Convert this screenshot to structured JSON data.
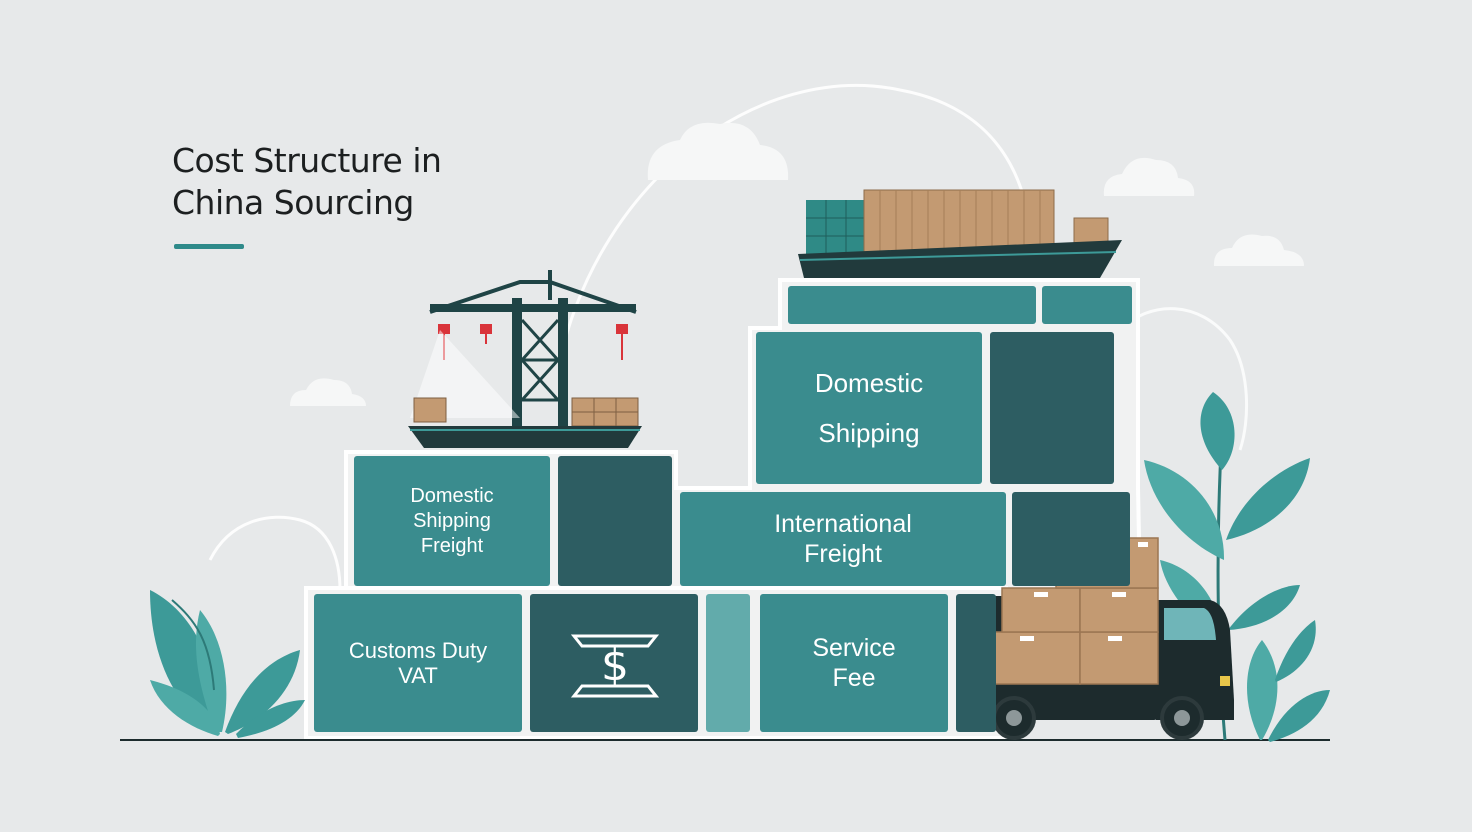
{
  "title": {
    "line1": "Cost Structure   in",
    "line2": "China Sourcing"
  },
  "blocks": {
    "domestic_shipping_top": {
      "line1": "Domestic",
      "line2": "Shipping"
    },
    "domestic_shipping_freight": {
      "line1": "Domestic",
      "line2": "Shipping",
      "line3": "Freight"
    },
    "international_freight": {
      "line1": "International",
      "line2": "Freight"
    },
    "customs_duty_vat": {
      "line1": "Customs Duty",
      "line2": "VAT"
    },
    "currency": {
      "symbol": "$"
    },
    "service_fee": {
      "line1": "Service",
      "line2": "Fee"
    }
  },
  "colors": {
    "background": "#e7e9ea",
    "teal": "#3a8c8e",
    "dark_teal": "#2d5d62",
    "pale_teal": "#62abab",
    "cardboard": "#c39a72",
    "accent_underline": "#2e8a8a"
  },
  "icons": [
    "cargo-ship-icon",
    "container-crane-icon",
    "delivery-truck-icon",
    "leaf-plant-icon",
    "cloud-icon",
    "dollar-icon"
  ]
}
